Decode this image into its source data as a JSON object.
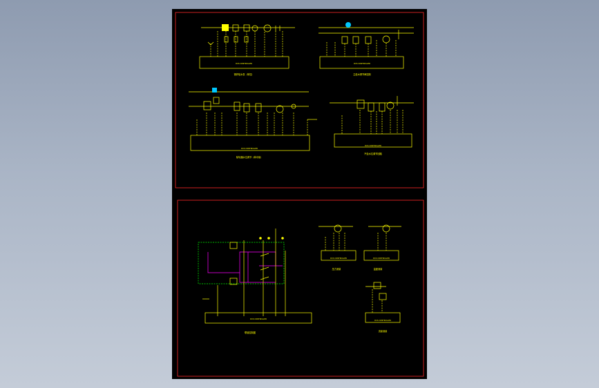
{
  "panel_top": {
    "diagrams": [
      {
        "caption": "锅炉给水泵（单控）",
        "bus_label": "DCS CONTROLLER"
      },
      {
        "caption": "主给水调节阀控制",
        "bus_label": "DCS CONTROLLER"
      },
      {
        "caption": "除氧器水位调节（单冲量）",
        "bus_label": "DCS CONTROLLER"
      },
      {
        "caption": "汽包水位调节回路",
        "bus_label": "DCS CONTROLLER"
      }
    ]
  },
  "panel_bottom": {
    "diagrams": [
      {
        "caption": "联锁控制图",
        "bus_label": "DCS CONTROLLER"
      },
      {
        "caption": "压力测量",
        "bus_label": "DCS CONTROLLER"
      },
      {
        "caption": "温度测量",
        "bus_label": "DCS CONTROLLER"
      },
      {
        "caption": "流量测量",
        "bus_label": "DCS CONTROLLER"
      }
    ]
  },
  "colors": {
    "background": "#000000",
    "line": "#ffff00",
    "frame": "#ff2a2a",
    "interlock": "#ff00ff",
    "signal": "#00ff00",
    "instrument": "#00c8ff"
  }
}
